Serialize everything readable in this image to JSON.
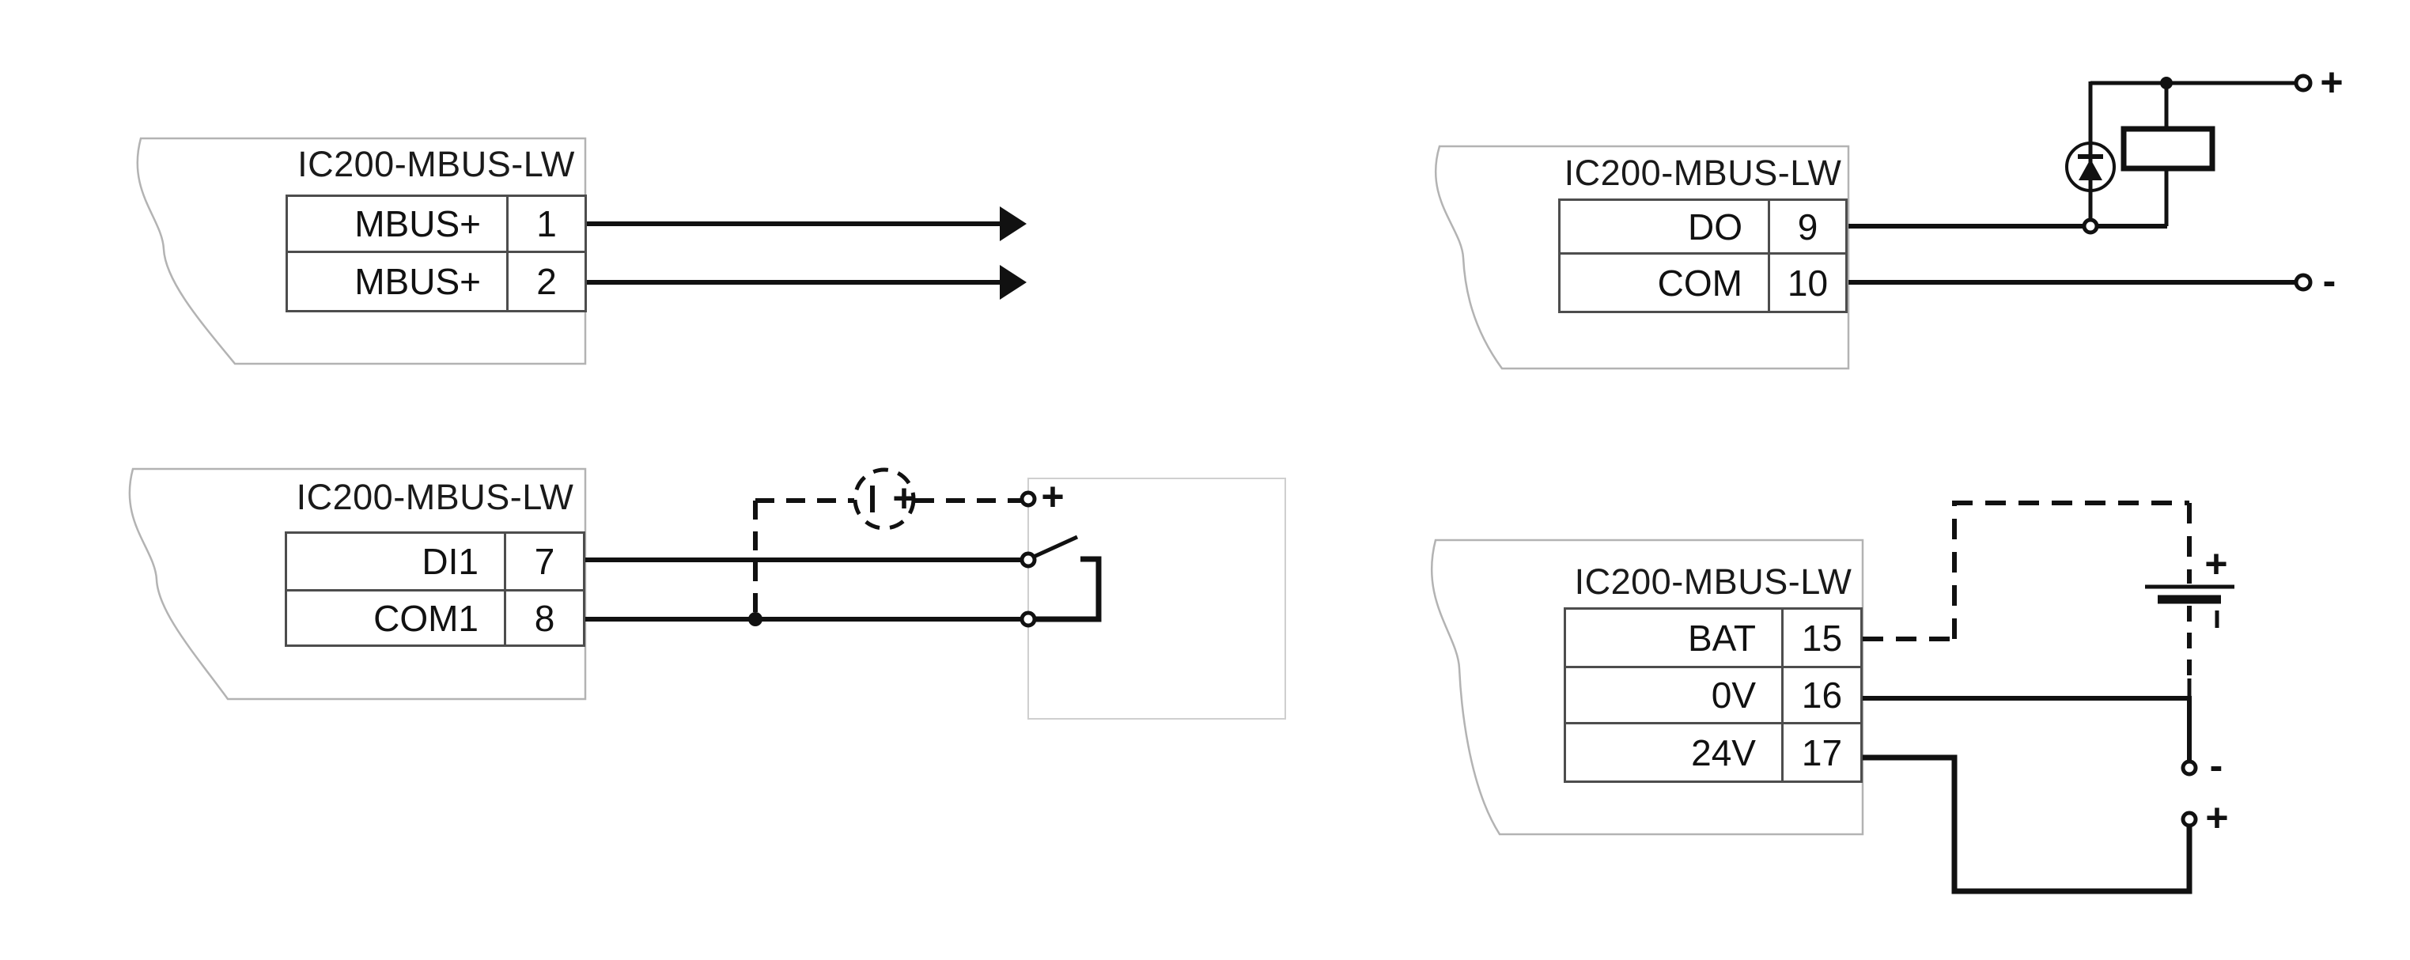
{
  "diagrams": {
    "mbus": {
      "title": "IC200-MBUS-LW",
      "rows": [
        {
          "label": "MBUS+",
          "pin": "1"
        },
        {
          "label": "MBUS+",
          "pin": "2"
        }
      ]
    },
    "digital_output": {
      "title": "IC200-MBUS-LW",
      "rows": [
        {
          "label": "DO",
          "pin": "9"
        },
        {
          "label": "COM",
          "pin": "10"
        }
      ],
      "labels": {
        "supply_plus": "+",
        "supply_minus": "-"
      }
    },
    "digital_input": {
      "title": "IC200-MBUS-LW",
      "rows": [
        {
          "label": "DI1",
          "pin": "7"
        },
        {
          "label": "COM1",
          "pin": "8"
        }
      ],
      "labels": {
        "source_plus": "+",
        "terminal_plus": "+"
      }
    },
    "power": {
      "title": "IC200-MBUS-LW",
      "rows": [
        {
          "label": "BAT",
          "pin": "15"
        },
        {
          "label": "0V",
          "pin": "16"
        },
        {
          "label": "24V",
          "pin": "17"
        }
      ],
      "labels": {
        "battery_plus": "+",
        "supply_minus": "-",
        "supply_plus": "+"
      }
    }
  },
  "symbols": {
    "arrow": "right-arrowhead",
    "diode": "flyback-diode-in-circle",
    "relay": "relay-coil-box",
    "dc_source": "dashed-dc-source-circle",
    "switch": "normally-open-contact",
    "battery": "battery-cell",
    "terminal": "open-circle-terminal",
    "junction": "solder-dot"
  },
  "colors": {
    "wire": "#111111",
    "table_border": "#4d4d4d",
    "module_outline": "#b3b3b3",
    "external_box_border": "#cfcfcf",
    "background": "#ffffff",
    "text": "#111111"
  }
}
